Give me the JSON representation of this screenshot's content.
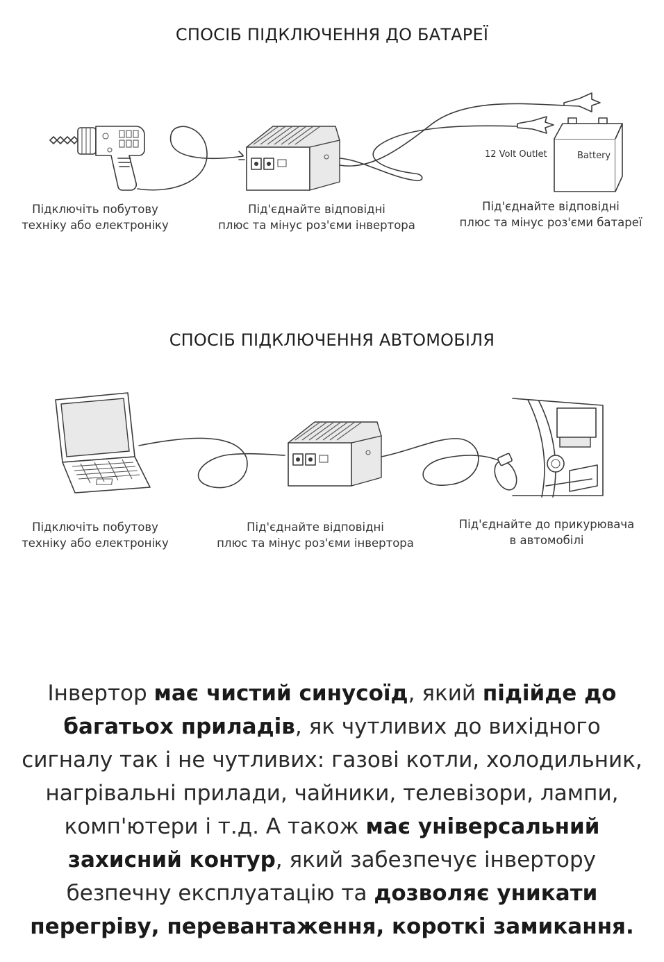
{
  "battery_section": {
    "title": "СПОСІБ ПІДКЛЮЧЕННЯ ДО БАТАРЕЇ",
    "outlet_label": "12 Volt Outlet",
    "battery_label": "Battery",
    "captions": [
      [
        "Підключіть побутову",
        "техніку або електроніку"
      ],
      [
        "Під'єднайте відповідні",
        "плюс та мінус роз'єми інвертора"
      ],
      [
        "Під'єднайте відповідні",
        "плюс та мінус роз'єми батареї"
      ]
    ]
  },
  "car_section": {
    "title": "СПОСІБ ПІДКЛЮЧЕННЯ АВТОМОБІЛЯ",
    "captions": [
      [
        "Підключіть побутову",
        "техніку або електроніку"
      ],
      [
        "Під'єднайте відповідні",
        "плюс та мінус роз'єми інвертора"
      ],
      [
        "Під'єднайте до прикурювача",
        "в автомобілі"
      ]
    ]
  },
  "description": {
    "p1": "Інвертор ",
    "b1": "має чистий синусоїд",
    "p2": ", який ",
    "b2": "підійде до багатьох приладів",
    "p3": ", як чутливих до вихідного сигналу так і не чутливих: газові котли, холодильник, нагрівальні прилади, чайники, телевізори, лампи, комп'ютери і т.д. А також ",
    "b3": "має універсальний захисний контур",
    "p4": ", який забезпечує інвертору безпечну експлуатацію та ",
    "b4": "дозволяє уникати перегріву, перевантаження, короткі замикання."
  }
}
